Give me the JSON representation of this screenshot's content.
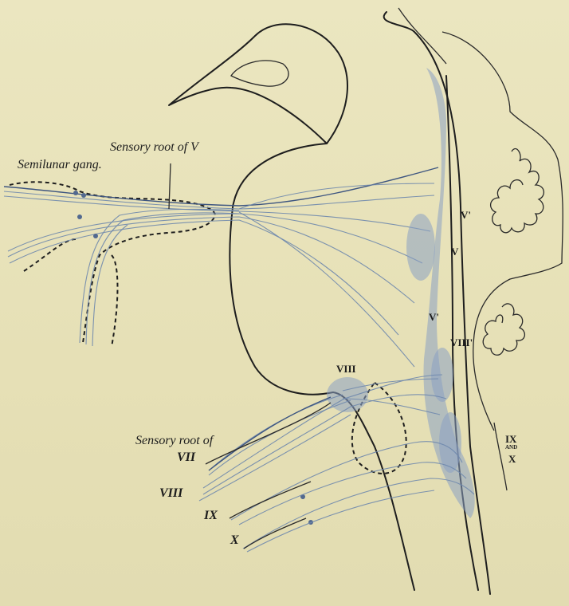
{
  "labels": {
    "sensory_root_v": "Sensory root of V",
    "semilunar_gang": "Semilunar gang.",
    "v_upper": "V'",
    "v_middle": "V",
    "v_lower": "V'",
    "viii_upper": "VIII'",
    "viii_center": "VIII",
    "ix_and_x_top": "IX",
    "ix_and_x_and": "AND",
    "ix_and_x_bottom": "X",
    "sensory_root_of": "Sensory root of",
    "vii": "VII",
    "viii": "VIII",
    "ix": "IX",
    "x": "X"
  },
  "colors": {
    "background": "#e9e4bd",
    "outline": "#1e1e1e",
    "fibers": "#6f88ad",
    "nuclei": "#8ba0c2"
  }
}
